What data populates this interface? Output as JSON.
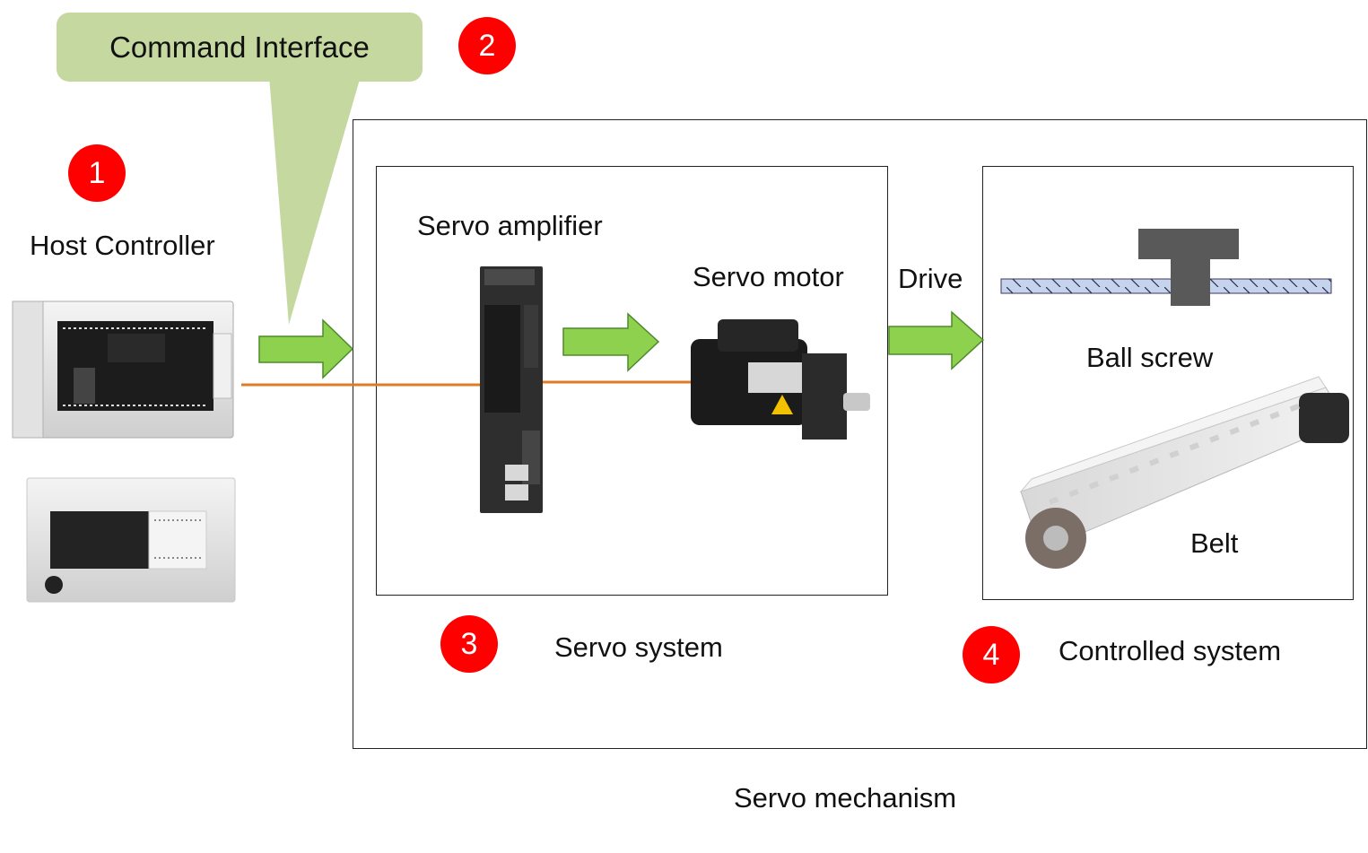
{
  "callout": {
    "text": "Command Interface",
    "color": "#c5d8a0"
  },
  "badges": {
    "one": "1",
    "two": "2",
    "three": "3",
    "four": "4",
    "color": "#ff0000"
  },
  "labels": {
    "host_controller": "Host Controller",
    "servo_amplifier": "Servo amplifier",
    "servo_motor": "Servo motor",
    "drive": "Drive",
    "ball_screw": "Ball screw",
    "belt": "Belt",
    "servo_system": "Servo system",
    "controlled_system": "Controlled system",
    "servo_mechanism": "Servo mechanism"
  },
  "colors": {
    "arrow_fill": "#8ed14f",
    "arrow_stroke": "#4e8a2c",
    "cable": "#e07b25",
    "frame": "#222222"
  },
  "icons": {
    "plc_upper": "plc-controller-icon",
    "plc_lower": "compact-plc-icon",
    "amplifier": "servo-amplifier-icon",
    "motor": "servo-motor-icon",
    "ball_screw": "ball-screw-icon",
    "belt": "belt-conveyor-icon"
  }
}
